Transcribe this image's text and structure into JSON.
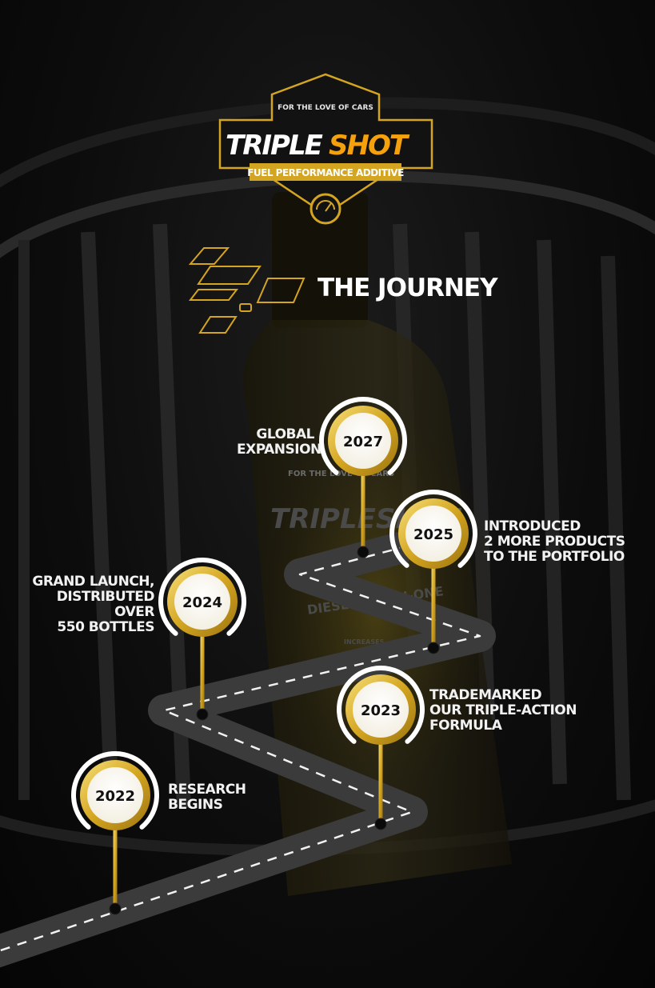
{
  "brand": {
    "tagline": "FOR THE LOVE OF CARS",
    "name_part1": "TRIPLE",
    "name_part2": "SHOT",
    "subtitle": "FUEL PERFORMANCE ADDITIVE",
    "gold": "#d4a520",
    "orange": "#f5a10b"
  },
  "section_title": "THE JOURNEY",
  "milestones": [
    {
      "year": "2027",
      "text": "GLOBAL\nEXPANSION"
    },
    {
      "year": "2025",
      "text": "INTRODUCED\n2 MORE PRODUCTS\nTO THE PORTFOLIO"
    },
    {
      "year": "2024",
      "text": "GRAND LAUNCH,\nDISTRIBUTED OVER\n550 BOTTLES"
    },
    {
      "year": "2023",
      "text": "TRADEMARKED\nOUR TRIPLE-ACTION\nFORMULA"
    },
    {
      "year": "2022",
      "text": "RESEARCH\nBEGINS"
    }
  ],
  "background_bottle": {
    "tagline": "FOR THE LOVE OF CARS",
    "name": "TRIPLESHOT",
    "product": "DIESEL ALL-IN-ONE",
    "badge": "INCREASES"
  }
}
